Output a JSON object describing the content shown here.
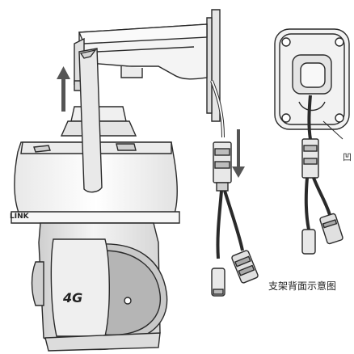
{
  "camera": {
    "brand_text": "LINK",
    "network_text": "4G"
  },
  "bracket_back_caption": "支架背面示意图",
  "callout_text": "凹",
  "colors": {
    "line": "#2a2a2a",
    "fill_light": "#f2f2f2",
    "fill_mid": "#d9d9d9",
    "fill_dark": "#9e9e9e",
    "arrow": "#555555"
  },
  "icons": [
    "up-arrow-icon",
    "down-arrow-icon"
  ]
}
